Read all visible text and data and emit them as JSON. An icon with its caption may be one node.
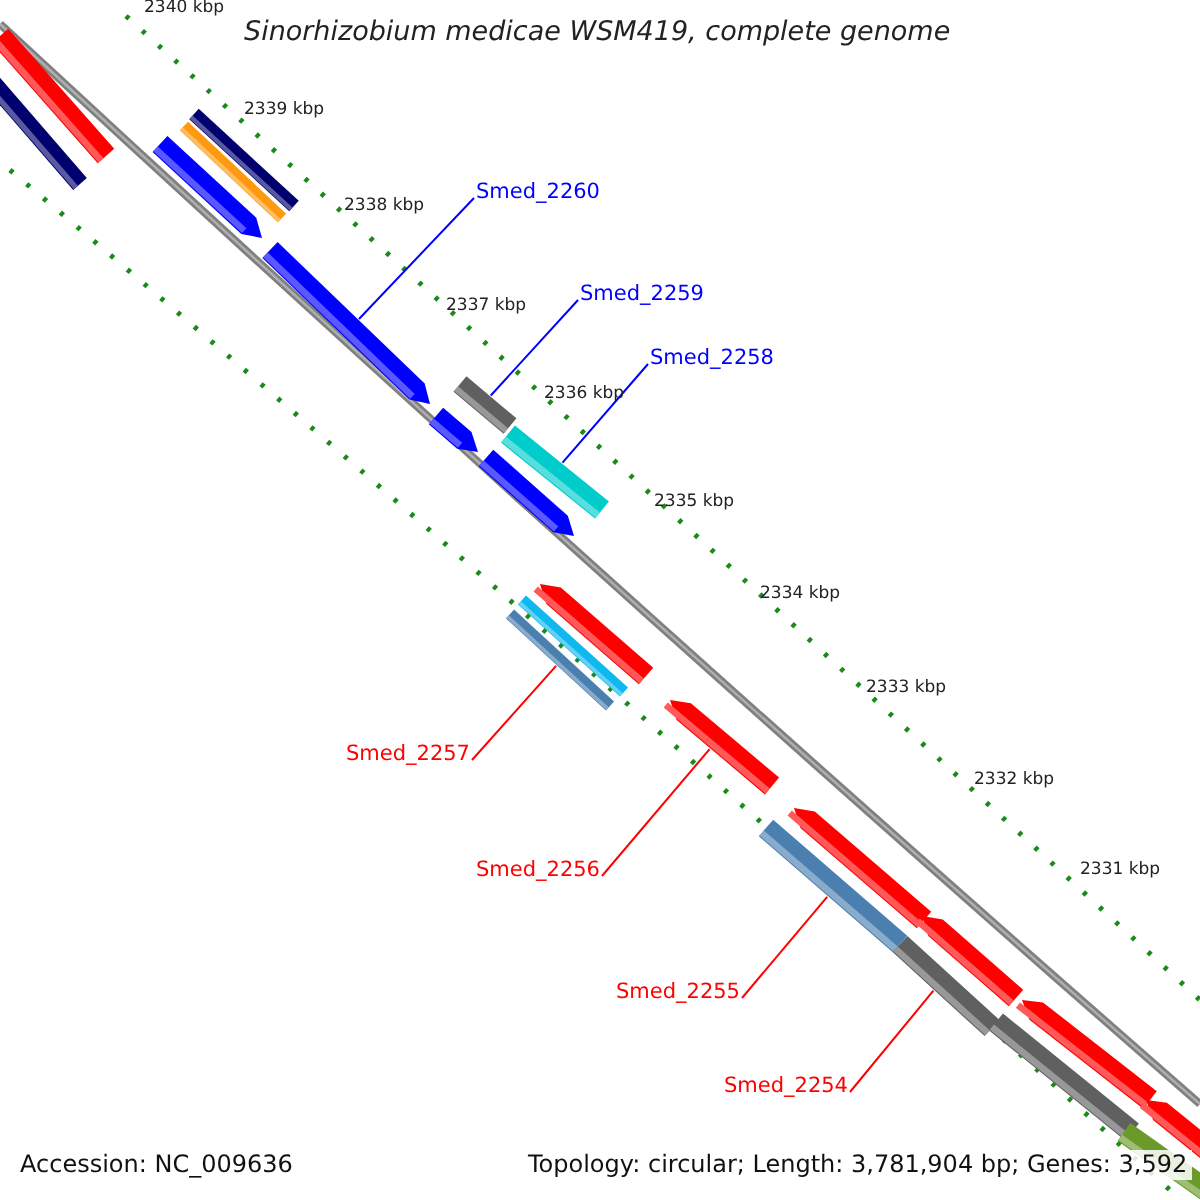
{
  "diagram": {
    "title": "Sinorhizobium medicae WSM419, complete genome",
    "nodes": [
      {
        "text": [
          "Smed_2260"
        ]
      },
      {
        "text": [
          "Smed_2259"
        ]
      },
      {
        "text": [
          "Smed_2258"
        ]
      },
      {
        "text": [
          "Smed_2257"
        ]
      },
      {
        "text": [
          "Smed_2256"
        ]
      },
      {
        "text": [
          "Smed_2255"
        ]
      },
      {
        "text": [
          "Smed_2254"
        ]
      },
      {
        "text": [],
        "shape": "bar"
      },
      {
        "text": [],
        "shape": "bar"
      },
      {
        "text": [],
        "shape": "bar"
      },
      {
        "text": [],
        "shape": "bar"
      },
      {
        "text": [],
        "shape": "bar"
      },
      {
        "text": [],
        "shape": "bar"
      },
      {
        "text": [],
        "shape": "bar"
      }
    ],
    "edges": [
      {
        "from": 0,
        "to": 7,
        "arrow": "none",
        "color": "#0000ff"
      },
      {
        "from": 1,
        "to": 8,
        "arrow": "none",
        "color": "#0000ff"
      },
      {
        "from": 2,
        "to": 9,
        "arrow": "none",
        "color": "#0000ff"
      },
      {
        "from": 3,
        "to": 10,
        "arrow": "none"
      },
      {
        "from": 4,
        "to": 11,
        "arrow": "none"
      },
      {
        "from": 5,
        "to": 12,
        "arrow": "none"
      },
      {
        "from": 6,
        "to": 13,
        "arrow": "none"
      }
    ],
    "labels": [
      "2340 kbp",
      "2339 kbp",
      "2338 kbp",
      "2337 kbp",
      "2336 kbp",
      "2335 kbp",
      "2334 kbp",
      "2333 kbp",
      "2332 kbp",
      "2331 kbp",
      "Accession: NC_009636",
      "Topology: circular; Length: 3,781,904 bp; Genes: 3,592"
    ]
  }
}
